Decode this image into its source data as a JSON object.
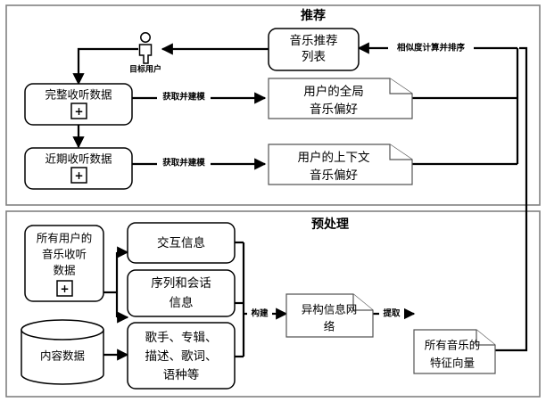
{
  "diagram": {
    "title_top": "推荐",
    "title_bottom": "预处理",
    "sections": [
      {
        "name": "recommendation",
        "label": "推荐"
      },
      {
        "name": "preprocessing",
        "label": "预处理"
      }
    ],
    "nodes": {
      "target_user": "目标用户",
      "music_rec_list_line1": "音乐推荐",
      "music_rec_list_line2": "列表",
      "full_listening_data": "完整收听数据",
      "recent_listening_data": "近期收听数据",
      "global_pref_line1": "用户的全局",
      "global_pref_line2": "音乐偏好",
      "context_pref_line1": "用户的上下文",
      "context_pref_line2": "音乐偏好",
      "all_users_data_line1": "所有用户的",
      "all_users_data_line2": "音乐收听",
      "all_users_data_line3": "数据",
      "interaction_info": "交互信息",
      "sequence_session_line1": "序列和会话",
      "sequence_session_line2": "信息",
      "content_data": "内容数据",
      "attributes_line1": "歌手、专辑、",
      "attributes_line2": "描述、歌词、",
      "attributes_line3": "语种等",
      "hin_line1": "异构信息网",
      "hin_line2": "络",
      "feature_vectors_line1": "所有音乐的",
      "feature_vectors_line2": "特征向量",
      "expand_symbol": "+"
    },
    "edges": {
      "similarity_rank": "相似度计算并排序",
      "acquire_model_1": "获取并建模",
      "acquire_model_2": "获取并建模",
      "construct": "构建",
      "extract": "提取"
    },
    "colors": {
      "stroke": "#000000",
      "panel_stroke": "#808080",
      "background": "#ffffff",
      "node_stroke_thin": "#555555"
    }
  }
}
